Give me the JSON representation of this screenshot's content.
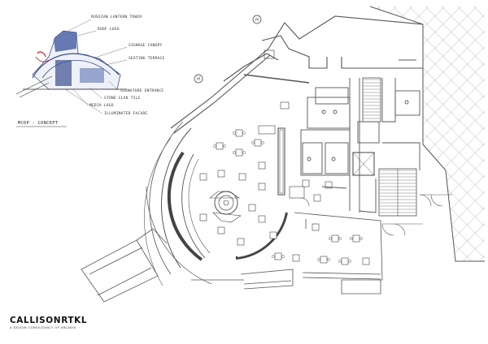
{
  "sketch": {
    "labels": [
      "RUSSIAN LANTERN TOWER",
      "ROOF LOGO",
      "SIGNAGE CANOPY",
      "SEATING TERRACE",
      "SIGNATURE ENTRANCE",
      "STONE CLAD TILE",
      "MEDIA LOGO",
      "ILLUMINATED FACADE"
    ],
    "caption": "MCDP - CONCEPT"
  },
  "logo": {
    "name": "CALLISONRTKL",
    "tagline": "A DESIGN CONSULTANCY OF ARCADIS"
  },
  "colors": {
    "linework": "#555555",
    "hatch": "#9a9a9a",
    "sketch_blue": "#3b4f8f",
    "sketch_red": "#c23a4a"
  }
}
